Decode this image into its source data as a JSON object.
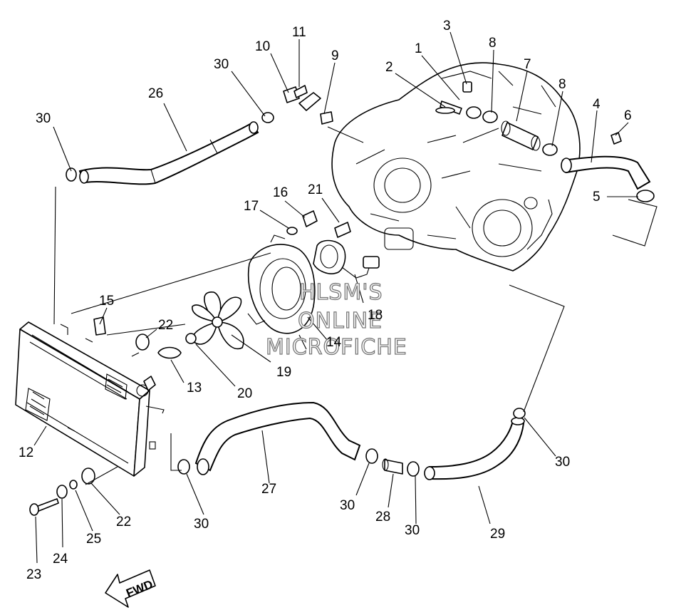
{
  "diagram": {
    "callouts": [
      "1",
      "2",
      "3",
      "4",
      "5",
      "6",
      "7",
      "8",
      "8",
      "9",
      "10",
      "11",
      "12",
      "13",
      "14",
      "15",
      "16",
      "17",
      "18",
      "19",
      "20",
      "21",
      "22",
      "22",
      "23",
      "24",
      "25",
      "26",
      "27",
      "28",
      "29",
      "30",
      "30",
      "30",
      "30",
      "30",
      "30"
    ],
    "watermark": [
      "HLSM'S",
      "ONLINE",
      "MICROFICHE"
    ],
    "direction_label": "FWD"
  }
}
